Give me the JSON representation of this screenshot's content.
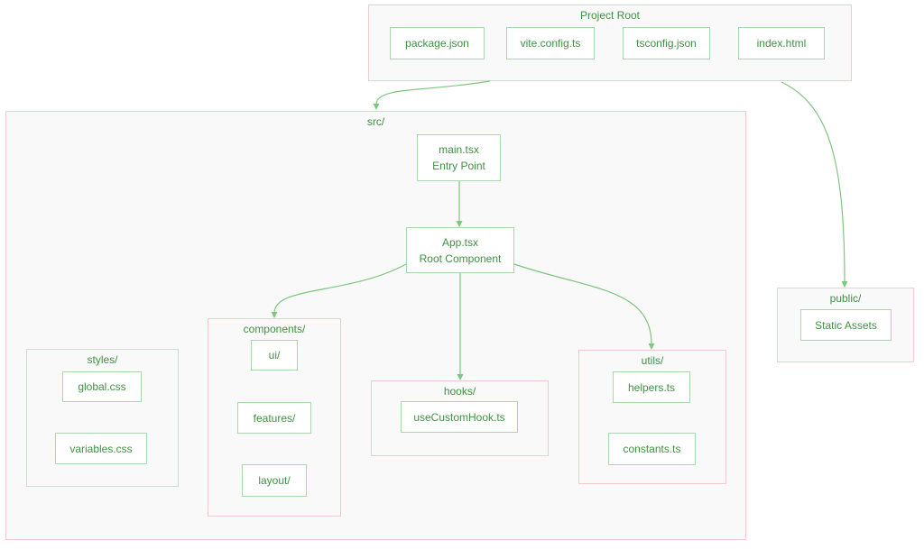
{
  "colors": {
    "node_text": "#3f9143",
    "node_border": "#abd7ad",
    "node_fill": "#ffffff",
    "container_border": "#f2cad0",
    "container_fill": "#faf9f9",
    "edge": "#7fc57f",
    "background": "#ffffff"
  },
  "containers": {
    "project_root": {
      "label": "Project Root"
    },
    "src": {
      "label": "src/"
    },
    "components": {
      "label": "components/"
    },
    "styles": {
      "label": "styles/"
    },
    "hooks": {
      "label": "hooks/"
    },
    "utils": {
      "label": "utils/"
    },
    "public": {
      "label": "public/"
    }
  },
  "nodes": {
    "package_json": {
      "label": "package.json"
    },
    "vite_config": {
      "label": "vite.config.ts"
    },
    "tsconfig": {
      "label": "tsconfig.json"
    },
    "index_html": {
      "label": "index.html"
    },
    "main_tsx": {
      "line1": "main.tsx",
      "line2": "Entry Point"
    },
    "app_tsx": {
      "line1": "App.tsx",
      "line2": "Root Component"
    },
    "ui": {
      "label": "ui/"
    },
    "features": {
      "label": "features/"
    },
    "layout": {
      "label": "layout/"
    },
    "global_css": {
      "label": "global.css"
    },
    "variables_css": {
      "label": "variables.css"
    },
    "use_custom_hook": {
      "label": "useCustomHook.ts"
    },
    "helpers": {
      "label": "helpers.ts"
    },
    "constants": {
      "label": "constants.ts"
    },
    "static_assets": {
      "label": "Static Assets"
    }
  },
  "edges": [
    {
      "from": "Project Root",
      "to": "src/"
    },
    {
      "from": "index.html",
      "to": "public/"
    },
    {
      "from": "main.tsx",
      "to": "App.tsx"
    },
    {
      "from": "App.tsx",
      "to": "components/"
    },
    {
      "from": "App.tsx",
      "to": "hooks/"
    },
    {
      "from": "App.tsx",
      "to": "utils/"
    }
  ]
}
